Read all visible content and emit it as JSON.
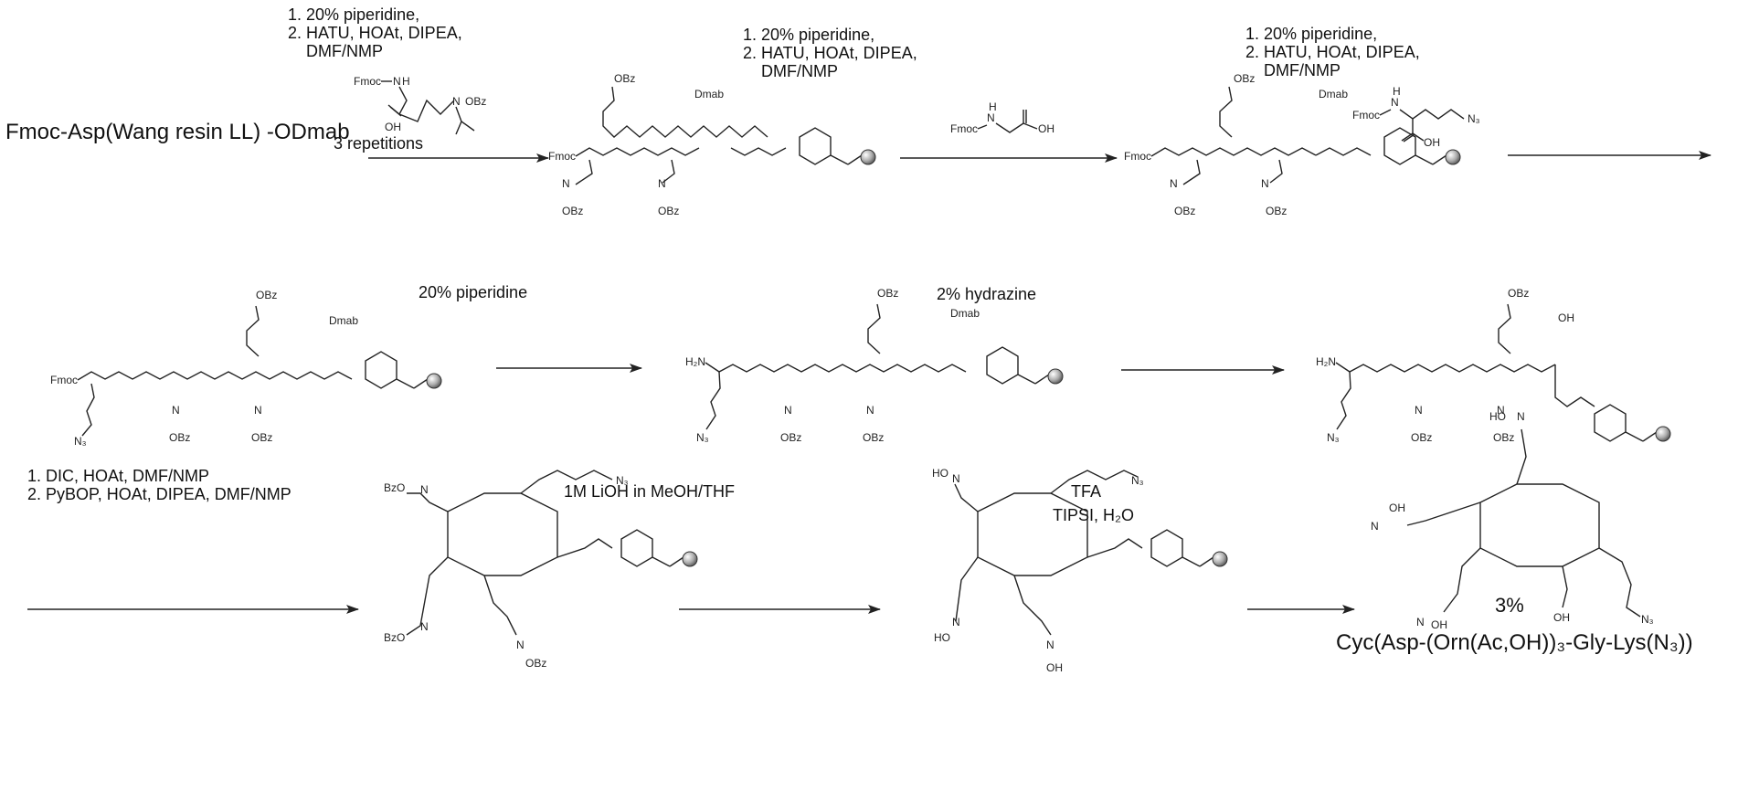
{
  "start_material": "Fmoc-Asp(Wang resin LL) -ODmab",
  "steps": {
    "step1": {
      "lines": [
        "1. 20% piperidine,",
        "2. HATU, HOAt, DIPEA,",
        "DMF/NMP"
      ],
      "below": "3 repetitions"
    },
    "step2": {
      "lines": [
        "1. 20% piperidine,",
        "2. HATU, HOAt, DIPEA,",
        "DMF/NMP"
      ]
    },
    "step3": {
      "lines": [
        "1. 20% piperidine,",
        "2. HATU, HOAt, DIPEA,",
        "DMF/NMP"
      ]
    },
    "step4": {
      "label": "20% piperidine"
    },
    "step5": {
      "label": "2% hydrazine"
    },
    "step6": {
      "lines": [
        "1. DIC, HOAt, DMF/NMP",
        "2. PyBOP, HOAt, DIPEA, DMF/NMP"
      ]
    },
    "step7": {
      "label": "1M LiOH in MeOH/THF"
    },
    "step8": {
      "above": "TFA",
      "below": "TIPSI, H₂O"
    }
  },
  "reagents": {
    "orn_reagent": {
      "fmoc": "Fmoc",
      "nh": "N",
      "h": "H",
      "oh": "OH",
      "n": "N",
      "obz": "OBz"
    },
    "gly_reagent": {
      "fmoc": "Fmoc",
      "n": "N",
      "h": "H",
      "oh": "OH"
    },
    "lys_reagent": {
      "fmoc": "Fmoc",
      "n": "N",
      "h": "H",
      "oh": "OH",
      "n3": "N₃"
    }
  },
  "atoms": {
    "fmoc": "Fmoc",
    "obz": "OBz",
    "bzo": "BzO",
    "dmab": "Dmab",
    "nh": "N",
    "h": "H",
    "o": "O",
    "n3": "N₃",
    "h2n": "H₂N",
    "oh": "OH",
    "ho": "HO",
    "n": "N"
  },
  "product": {
    "yield": "3%",
    "name": "Cyc(Asp-(Orn(Ac,OH))₃-Gly-Lys(N₃))"
  }
}
